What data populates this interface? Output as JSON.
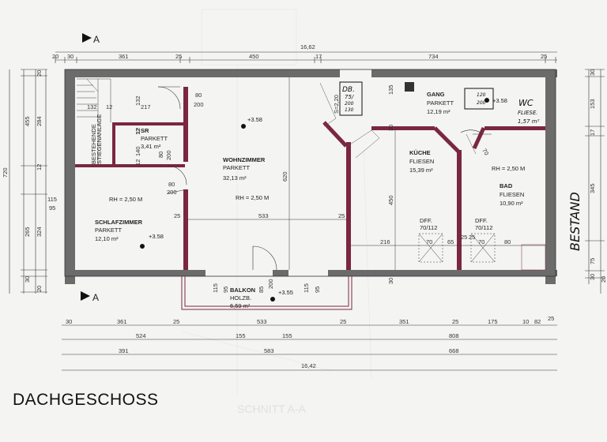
{
  "title": "DACHGESCHOSS",
  "section_marker": "A",
  "top_total": "16,62",
  "top_segments": [
    "20",
    "30",
    "361",
    "25",
    "450",
    "17",
    "734",
    "25"
  ],
  "left_total": "720",
  "left_dims": [
    "20",
    "455",
    "284",
    "12",
    "324",
    "265",
    "95",
    "115",
    "20",
    "30"
  ],
  "right_dims": [
    "30",
    "153",
    "17",
    "345",
    "75",
    "30",
    "20"
  ],
  "bottom_row1": [
    "30",
    "361",
    "25",
    "533",
    "25",
    "351",
    "25",
    "175",
    "10",
    "82",
    "25"
  ],
  "bottom_row2": [
    "524",
    "155",
    "155",
    "808"
  ],
  "bottom_row3": [
    "391",
    "583",
    "668"
  ],
  "bottom_total": "16,42",
  "stair_label": [
    "BESTEHENDE",
    "STIEGENANLAGE"
  ],
  "stair_dims": [
    "132",
    "12",
    "217",
    "132",
    "12"
  ],
  "rooms": {
    "sr": {
      "name": "SR",
      "floor": "PARKETT",
      "area": "3,41 m²"
    },
    "wohnzimmer": {
      "name": "WOHNZIMMER",
      "floor": "PARKETT",
      "area": "32,13 m²",
      "rh": "RH = 2,50 M"
    },
    "schlafzimmer": {
      "name": "SCHLAFZIMMER",
      "floor": "PARKETT",
      "area": "12,10 m²",
      "rh": "RH = 2,50 M"
    },
    "gang": {
      "name": "GANG",
      "floor": "PARKETT",
      "area": "12,19 m²"
    },
    "kueche": {
      "name": "KÜCHE",
      "floor": "FLIESEN",
      "area": "15,39 m²"
    },
    "bad": {
      "name": "BAD",
      "floor": "FLIESEN",
      "area": "10,90 m²",
      "rh": "RH = 2,50 M"
    },
    "balkon": {
      "name": "BALKON",
      "floor": "HOLZB.",
      "area": "6,59 m²"
    }
  },
  "levels": {
    "wohn": "+3.58",
    "schlaf": "+3.58",
    "gang": "+3.58",
    "balkon": "+3.55"
  },
  "skylights": [
    {
      "label": "DFF.",
      "size": "70/112",
      "w": "70"
    },
    {
      "label": "DFF.",
      "size": "70/112",
      "w": "70"
    }
  ],
  "inner_dims": {
    "d80a": "80",
    "d200a": "200",
    "d80b": "80",
    "d200b": "200",
    "d80c": "80",
    "d200c": "200",
    "d12a": "12",
    "d12b": "12",
    "d140": "140",
    "d25a": "25",
    "d25b": "25",
    "d533": "533",
    "d620": "620",
    "d450": "450",
    "d216": "216",
    "d65": "65",
    "d25c": "25",
    "d25d": "25",
    "d80d": "80",
    "d70": "70",
    "d135": "135",
    "d115a": "115",
    "d95a": "95",
    "d85": "85",
    "d200d": "200",
    "d115b": "115",
    "d95b": "95",
    "d30a": "30",
    "d30b": "30",
    "s": "S=2,20"
  },
  "handwritten": {
    "db": [
      "DB.",
      "75/",
      "200",
      "130"
    ],
    "wc": [
      "WC",
      "FLIESE.",
      "1,57 m²"
    ],
    "small": [
      "120",
      "200"
    ],
    "bestand": "BESTAND"
  },
  "ghost_text": "SCHNITT A-A",
  "colors": {
    "wall": "#6b6b6b",
    "accent": "#7a2740",
    "line": "#333333",
    "paper": "#f4f4f2"
  }
}
